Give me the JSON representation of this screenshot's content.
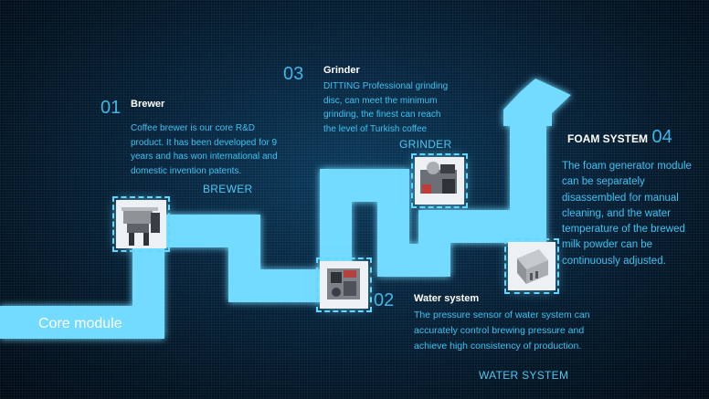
{
  "core": {
    "label": "Core module"
  },
  "steps": {
    "brewer": {
      "number": "01",
      "title": "Brewer",
      "desc": [
        "Coffee brewer is our core R&D",
        "product. It has been developed for 9",
        "years and has won international and",
        "domestic invention patents."
      ],
      "caption": "BREWER",
      "image_icon": "brewer-machine-image"
    },
    "water": {
      "number": "02",
      "title": "Water system",
      "desc": [
        "The pressure sensor of water system can",
        "accurately control brewing pressure and",
        "achieve high consistency of production."
      ],
      "caption": "WATER SYSTEM",
      "image_icon": "water-system-image"
    },
    "grinder": {
      "number": "03",
      "title": "Grinder",
      "desc": [
        "DITTING Professional grinding",
        "disc, can meet the minimum",
        "grinding, the finest can reach",
        "the level of Turkish coffee"
      ],
      "caption": "GRINDER",
      "image_icon": "grinder-image"
    },
    "foam": {
      "number": "04",
      "title": "FOAM SYSTEM",
      "desc": [
        "The foam generator module",
        "can be separately",
        "disassembled for manual",
        "cleaning, and the water",
        "temperature of the brewed",
        "milk powder can be",
        "continuously adjusted."
      ],
      "image_icon": "foam-system-image"
    }
  },
  "colors": {
    "path": "#6fd8ff",
    "path_glow": "#39b8ff",
    "accent_text": "#3ec2f2"
  }
}
